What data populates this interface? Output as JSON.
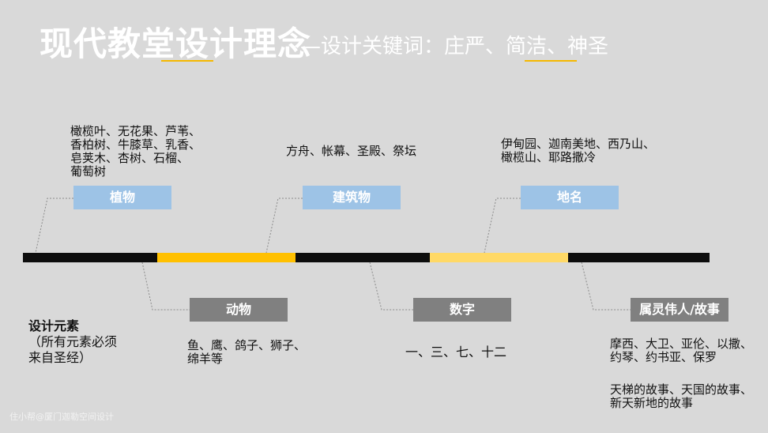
{
  "slide": {
    "title": "现代教堂设计理念",
    "subtitle": "—设计关键词：庄严、简洁、神圣"
  },
  "categories": {
    "plants": {
      "label": "植物",
      "items": [
        "橄榄叶、无花果、芦苇、",
        "香柏树、牛膝草、乳香、",
        "皂荚木、杏树、石榴、",
        "葡萄树"
      ]
    },
    "architecture": {
      "label": "建筑物",
      "items": [
        "方舟、帐幕、圣殿、祭坛"
      ]
    },
    "places": {
      "label": "地名",
      "items": [
        "伊甸园、迦南美地、西乃山、",
        "橄榄山、耶路撒冷"
      ]
    },
    "animals": {
      "label": "动物",
      "items": [
        "鱼、鹰、鸽子、狮子、",
        "绵羊等"
      ]
    },
    "numbers": {
      "label": "数字",
      "items": [
        "一、三、七、十二"
      ]
    },
    "spiritual": {
      "label": "属灵伟人/故事",
      "items": [
        "摩西、大卫、亚伦、以撒、",
        "约琴、约书亚、保罗"
      ],
      "stories": [
        "天梯的故事、天国的故事、",
        "新天新地的故事"
      ]
    }
  },
  "design_elements": {
    "title": "设计元素",
    "note_line1": "（所有元素必须",
    "note_line2": "来自圣经）"
  },
  "timeline_colors": [
    "#0d0d0d",
    "#ffc000",
    "#0d0d0d",
    "#ffd966",
    "#0d0d0d"
  ],
  "watermark": "住小帮@厦门迦勒空间设计"
}
